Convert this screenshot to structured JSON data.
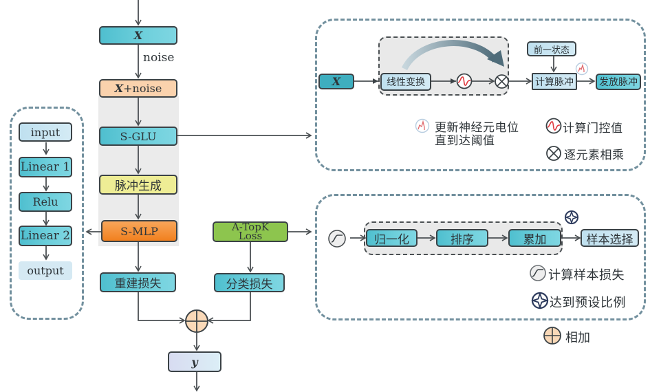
{
  "main_flow": {
    "x": "X",
    "noise_label": "noise",
    "x_noise_var": "X",
    "x_noise_suffix": "+noise",
    "s_glu": "S-GLU",
    "spike_gen": "脉冲生成",
    "s_mlp": "S-MLP",
    "atopk_line1": "A-TopK",
    "atopk_line2": "Loss",
    "recon_loss": "重建损失",
    "class_loss": "分类损失",
    "y": "y"
  },
  "mlp_panel": {
    "items": [
      "input",
      "Linear 1",
      "Relu",
      "Linear 2",
      "output"
    ]
  },
  "sglu_panel": {
    "x": "X",
    "linear_transform": "线性变换",
    "prev_state": "前一状态",
    "compute_spike": "计算脉冲",
    "fire_spike": "发放脉冲",
    "legend": {
      "update_potential_line1": "更新神经元电位",
      "update_potential_line2": "直到达阈值",
      "compute_gate": "计算门控值",
      "elementwise_mult": "逐元素相乘"
    }
  },
  "topk_panel": {
    "normalize": "归一化",
    "sort": "排序",
    "accumulate": "累加",
    "sample_select": "样本选择",
    "legend": {
      "compute_sample_loss": "计算样本损失",
      "reach_ratio": "达到预设比例"
    }
  },
  "legend_add": "相加",
  "colors": {
    "teal": "#4fbfcf",
    "peach": "#fad2ad",
    "yellow": "#eeed95",
    "orange": "#f1801f",
    "green": "#8dc54e",
    "panel_dash": "#72909e",
    "gate_red": "#e0393e",
    "star_navy": "#2c3a5c"
  }
}
